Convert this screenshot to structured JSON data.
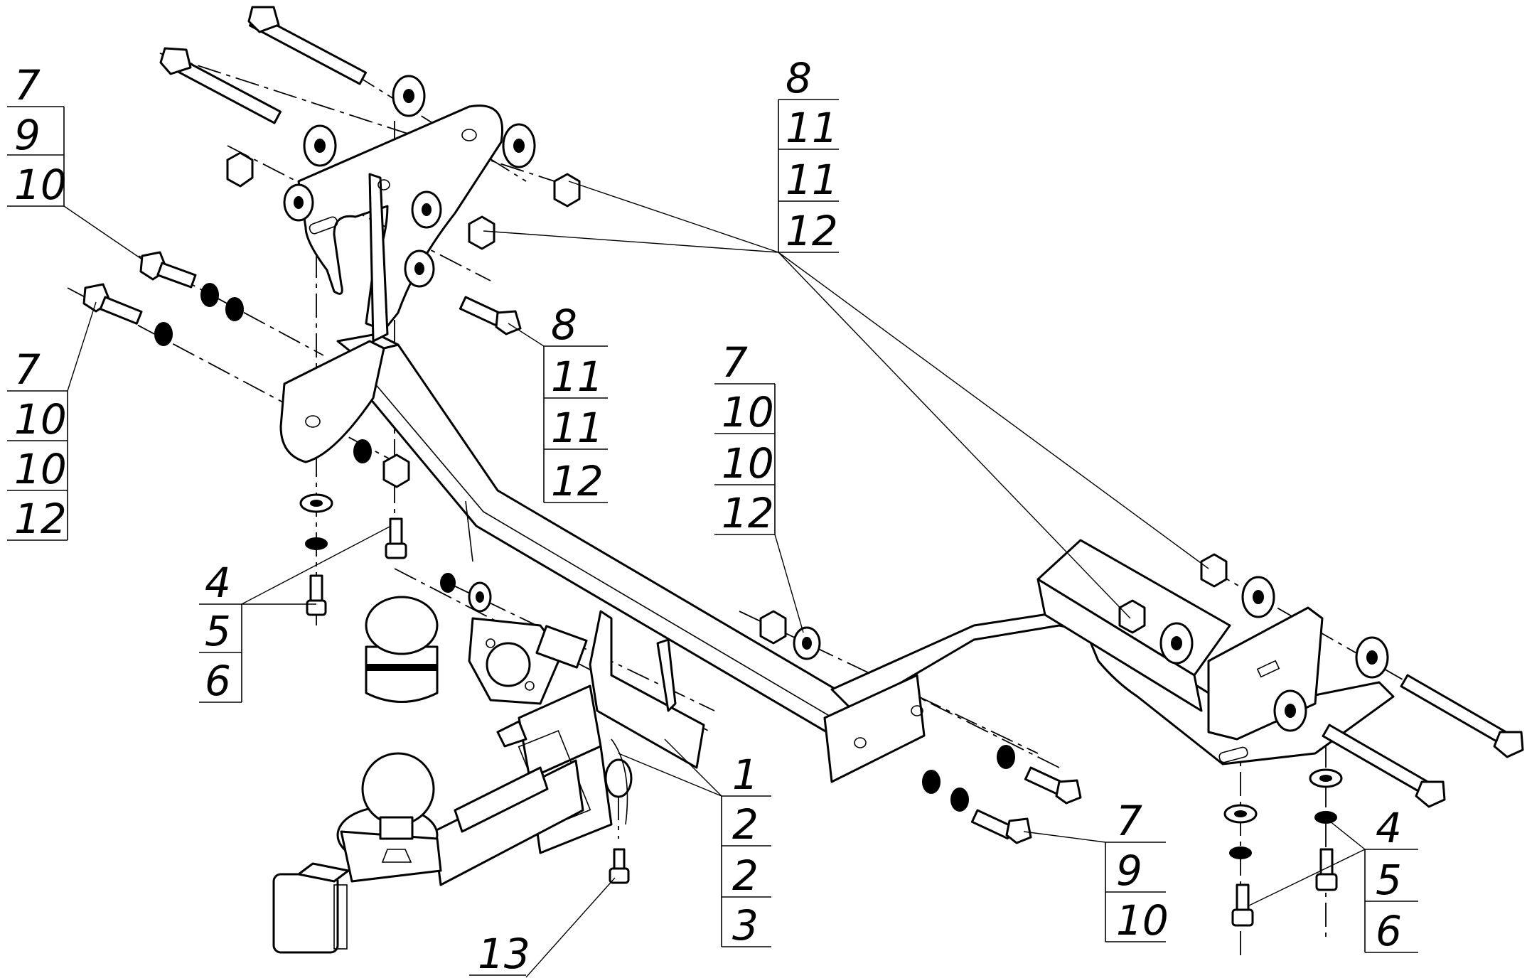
{
  "callouts": [
    {
      "id": "upper-left",
      "numbers": [
        "7",
        "9",
        "10"
      ]
    },
    {
      "id": "left-mid",
      "numbers": [
        "7",
        "10",
        "10",
        "12"
      ]
    },
    {
      "id": "left-lower",
      "numbers": [
        "4",
        "5",
        "6"
      ]
    },
    {
      "id": "top-center",
      "numbers": [
        "8",
        "11",
        "11",
        "12"
      ]
    },
    {
      "id": "center-left",
      "numbers": [
        "8",
        "11",
        "11",
        "12"
      ]
    },
    {
      "id": "center",
      "numbers": [
        "7",
        "10",
        "10",
        "12"
      ]
    },
    {
      "id": "receiver",
      "numbers": [
        "1",
        "2",
        "2",
        "3"
      ]
    },
    {
      "id": "right-lower",
      "numbers": [
        "7",
        "9",
        "10"
      ]
    },
    {
      "id": "right-far",
      "numbers": [
        "4",
        "5",
        "6"
      ]
    },
    {
      "id": "pin",
      "numbers": [
        "13"
      ]
    }
  ]
}
